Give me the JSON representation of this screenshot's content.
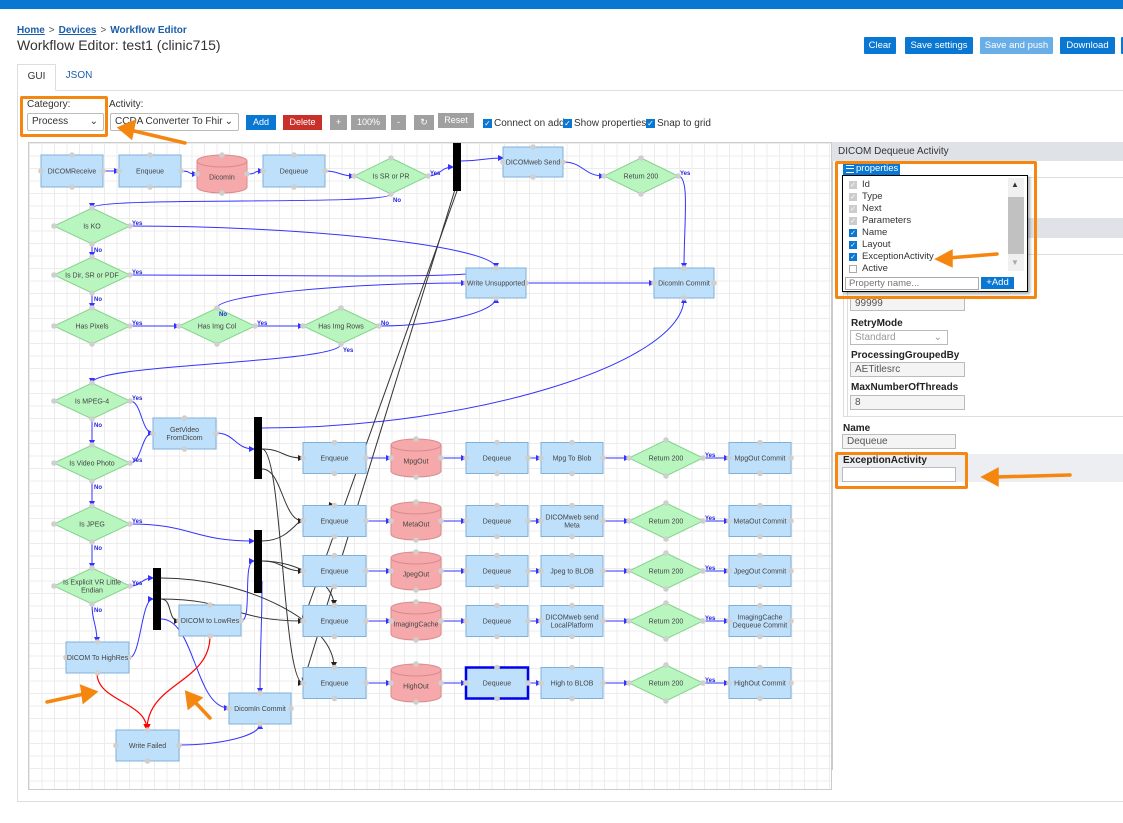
{
  "breadcrumb": {
    "home": "Home",
    "devices": "Devices",
    "current": "Workflow Editor",
    "separator": ">"
  },
  "page_title": "Workflow Editor: test1 (clinic715)",
  "header_buttons": {
    "clear": "Clear",
    "save_settings": "Save settings",
    "save_and_push": "Save and push",
    "download": "Download"
  },
  "tabs": [
    {
      "label": "GUI",
      "active": true
    },
    {
      "label": "JSON",
      "active": false
    }
  ],
  "toolbar": {
    "category_label": "Category:",
    "category_value": "Process",
    "activity_label": "Activity:",
    "activity_value": "CCDA Converter To Fhir",
    "add": "Add",
    "delete": "Delete",
    "zoom_in": "+",
    "zoom_level": "100%",
    "zoom_out": "-",
    "rotate_icon": "↻",
    "reset": "Reset",
    "connect_on_add": {
      "label": "Connect on add",
      "checked": true
    },
    "show_properties": {
      "label": "Show properties",
      "checked": true
    },
    "snap_to_grid": {
      "label": "Snap to grid",
      "checked": true
    }
  },
  "colors": {
    "accent": "#0a78d2",
    "delete": "#c9302c",
    "activity": "#bfe0fb",
    "queue": "#f6a9ab",
    "decision": "#b8f5bf",
    "flow_edge": "#3333ff",
    "parallel_edge": "#333333",
    "error_edge": "#ff0000",
    "annotation": "#f5860f"
  },
  "diagram": {
    "nodes": {
      "receive": {
        "label": "DICOMReceive",
        "kind": "activity"
      },
      "enq1": {
        "label": "Enqueue",
        "kind": "activity"
      },
      "dicomin": {
        "label": "DicomIn",
        "kind": "queue"
      },
      "deq1": {
        "label": "Dequeue",
        "kind": "activity"
      },
      "issr": {
        "label": "Is SR or PR",
        "kind": "decision"
      },
      "bar1": {
        "label": "",
        "kind": "parallel"
      },
      "dwsend": {
        "label": "DICOMweb Send",
        "kind": "activity"
      },
      "ret0": {
        "label": "Return 200",
        "kind": "decision"
      },
      "isko": {
        "label": "Is KO",
        "kind": "decision"
      },
      "isdir": {
        "label": "Is Dir, SR or PDF",
        "kind": "decision"
      },
      "writeuns": {
        "label": "Write Unsupported",
        "kind": "activity"
      },
      "commit0": {
        "label": "DicomIn Commit",
        "kind": "activity"
      },
      "haspix": {
        "label": "Has Pixels",
        "kind": "decision"
      },
      "hascol": {
        "label": "Has Img Col",
        "kind": "decision"
      },
      "hasrows": {
        "label": "Has Img Rows",
        "kind": "decision"
      },
      "ismpeg": {
        "label": "Is MPEG-4",
        "kind": "decision"
      },
      "getvideo": {
        "label": "GetVideo\nFromDicom",
        "kind": "activity"
      },
      "bar2": {
        "label": "",
        "kind": "parallel"
      },
      "isvideo": {
        "label": "Is Video Photo",
        "kind": "decision"
      },
      "isjpeg": {
        "label": "Is JPEG",
        "kind": "decision"
      },
      "bar3": {
        "label": "",
        "kind": "parallel"
      },
      "isexpl": {
        "label": "Is Explicit VR Little\nEndian",
        "kind": "decision"
      },
      "bar4": {
        "label": "",
        "kind": "parallel"
      },
      "lowres": {
        "label": "DICOM to LowRes",
        "kind": "activity"
      },
      "highres": {
        "label": "DICOM To HighRes",
        "kind": "activity"
      },
      "commit1": {
        "label": "DicomIn Commit",
        "kind": "activity"
      },
      "writefail": {
        "label": "Write Failed",
        "kind": "activity"
      }
    },
    "rows": [
      {
        "enqueue": "Enqueue",
        "queue": "MpgOut",
        "dequeue": "Dequeue",
        "process": "Mpg To Blob",
        "return": "Return 200",
        "commit": "MpgOut Commit",
        "return_label": "Yes",
        "selected": false
      },
      {
        "enqueue": "Enqueue",
        "queue": "MetaOut",
        "dequeue": "Dequeue",
        "process": "DICOMweb send\nMeta",
        "return": "Return 200",
        "commit": "MetaOut Commit",
        "return_label": "Yes",
        "selected": false
      },
      {
        "enqueue": "Enqueue",
        "queue": "JpegOut",
        "dequeue": "Dequeue",
        "process": "Jpeg to BLOB",
        "return": "Return 200",
        "commit": "JpegOut Commit",
        "return_label": "Yes",
        "selected": false
      },
      {
        "enqueue": "Enqueue",
        "queue": "ImagingCache",
        "dequeue": "Dequeue",
        "process": "DICOMweb send\nLocalPlatform",
        "return": "Return 200",
        "commit": "ImagingCache\nDequeue Commit",
        "return_label": "Yes",
        "selected": false
      },
      {
        "enqueue": "Enqueue",
        "queue": "HighOut",
        "dequeue": "Dequeue",
        "process": "High to BLOB",
        "return": "Return 200",
        "commit": "HighOut Commit",
        "return_label": "Yes",
        "selected": true
      }
    ],
    "edges": [
      {
        "from": "receive",
        "to": "enq1",
        "label": "",
        "style": "flow"
      },
      {
        "from": "enq1",
        "to": "dicomin",
        "label": "",
        "style": "flow"
      },
      {
        "from": "dicomin",
        "to": "deq1",
        "label": "",
        "style": "flow"
      },
      {
        "from": "deq1",
        "to": "issr",
        "label": "",
        "style": "flow"
      },
      {
        "from": "issr",
        "to": "bar1",
        "label": "Yes",
        "style": "flow"
      },
      {
        "from": "bar1",
        "to": "dwsend",
        "label": "",
        "style": "flow"
      },
      {
        "from": "issr",
        "to": "isko",
        "label": "No",
        "style": "flow"
      },
      {
        "from": "isko",
        "to": "writeuns",
        "label": "Yes",
        "style": "flow"
      },
      {
        "from": "isko",
        "to": "isdir",
        "label": "No",
        "style": "flow"
      },
      {
        "from": "isdir",
        "to": "writeuns",
        "label": "Yes",
        "style": "flow"
      },
      {
        "from": "isdir",
        "to": "haspix",
        "label": "No",
        "style": "flow"
      },
      {
        "from": "haspix",
        "to": "hascol",
        "label": "Yes",
        "style": "flow"
      },
      {
        "from": "hascol",
        "to": "hasrows",
        "label": "Yes",
        "style": "flow"
      },
      {
        "from": "hascol",
        "to": "writeuns",
        "label": "No",
        "style": "flow"
      },
      {
        "from": "hasrows",
        "to": "writeuns",
        "label": "No",
        "style": "flow"
      },
      {
        "from": "hasrows",
        "to": "ismpeg",
        "label": "Yes",
        "style": "flow"
      },
      {
        "from": "dwsend",
        "to": "ret0",
        "label": "",
        "style": "flow"
      },
      {
        "from": "ret0",
        "to": "commit0",
        "label": "Yes",
        "style": "flow"
      },
      {
        "from": "writeuns",
        "to": "commit0",
        "label": "",
        "style": "flow"
      },
      {
        "from": "ismpeg",
        "to": "getvideo",
        "label": "Yes",
        "style": "flow"
      },
      {
        "from": "ismpeg",
        "to": "isvideo",
        "label": "No",
        "style": "flow"
      },
      {
        "from": "isvideo",
        "to": "getvideo",
        "label": "Yes",
        "style": "flow"
      },
      {
        "from": "isvideo",
        "to": "isjpeg",
        "label": "No",
        "style": "flow"
      },
      {
        "from": "isjpeg",
        "to": "bar3",
        "label": "Yes",
        "style": "flow"
      },
      {
        "from": "isjpeg",
        "to": "isexpl",
        "label": "No",
        "style": "flow"
      },
      {
        "from": "isexpl",
        "to": "bar4",
        "label": "Yes",
        "style": "flow"
      },
      {
        "from": "isexpl",
        "to": "highres",
        "label": "No",
        "style": "flow"
      },
      {
        "from": "getvideo",
        "to": "bar2",
        "label": "",
        "style": "flow"
      },
      {
        "from": "bar2",
        "to": "commit0",
        "label": "",
        "style": "flow"
      },
      {
        "from": "bar2",
        "to": "row0.enqueue",
        "label": "",
        "style": "parallel"
      },
      {
        "from": "bar2",
        "to": "row1.enqueue",
        "label": "",
        "style": "parallel"
      },
      {
        "from": "bar2",
        "to": "row4.enqueue",
        "label": "",
        "style": "parallel"
      },
      {
        "from": "bar3",
        "to": "row1.enqueue",
        "label": "",
        "style": "parallel"
      },
      {
        "from": "bar3",
        "to": "row2.enqueue",
        "label": "",
        "style": "parallel"
      },
      {
        "from": "bar3",
        "to": "row3.enqueue",
        "label": "",
        "style": "parallel"
      },
      {
        "from": "bar3",
        "to": "commit1",
        "label": "",
        "style": "flow"
      },
      {
        "from": "highres",
        "to": "bar4",
        "label": "",
        "style": "flow"
      },
      {
        "from": "bar4",
        "to": "lowres",
        "label": "",
        "style": "parallel"
      },
      {
        "from": "bar4",
        "to": "row3.enqueue",
        "label": "",
        "style": "parallel"
      },
      {
        "from": "bar4",
        "to": "row4.enqueue",
        "label": "",
        "style": "parallel"
      },
      {
        "from": "bar4",
        "to": "commit1",
        "label": "",
        "style": "flow"
      },
      {
        "from": "lowres",
        "to": "bar3",
        "label": "",
        "style": "flow"
      },
      {
        "from": "highres",
        "to": "writefail",
        "label": "",
        "style": "error"
      },
      {
        "from": "lowres",
        "to": "writefail",
        "label": "",
        "style": "error"
      },
      {
        "from": "writefail",
        "to": "commit1",
        "label": "",
        "style": "flow"
      },
      {
        "from": "bar1",
        "to": "row3.enqueue",
        "label": "",
        "style": "parallel"
      },
      {
        "from": "bar1",
        "to": "row4.enqueue",
        "label": "",
        "style": "parallel"
      }
    ]
  },
  "panel": {
    "title": "DICOM Dequeue Activity",
    "properties_button": "properties",
    "properties": [
      {
        "name": "Id",
        "checked": true,
        "disabled": true
      },
      {
        "name": "Type",
        "checked": true,
        "disabled": true
      },
      {
        "name": "Next",
        "checked": true,
        "disabled": true
      },
      {
        "name": "Parameters",
        "checked": true,
        "disabled": true
      },
      {
        "name": "Name",
        "checked": true,
        "disabled": false
      },
      {
        "name": "Layout",
        "checked": true,
        "disabled": false
      },
      {
        "name": "ExceptionActivity",
        "checked": true,
        "disabled": false
      },
      {
        "name": "Active",
        "checked": false,
        "disabled": false
      }
    ],
    "property_placeholder": "Property name...",
    "property_add": "Add",
    "fields": {
      "hidden_value": "99999",
      "retry_mode_label": "RetryMode",
      "retry_mode_value": "Standard",
      "processing_grouped_by_label": "ProcessingGroupedBy",
      "processing_grouped_by_value": "AETitlesrc",
      "max_threads_label": "MaxNumberOfThreads",
      "max_threads_value": "8",
      "name_label": "Name",
      "name_value": "Dequeue",
      "exception_activity_label": "ExceptionActivity",
      "exception_activity_value": ""
    }
  }
}
